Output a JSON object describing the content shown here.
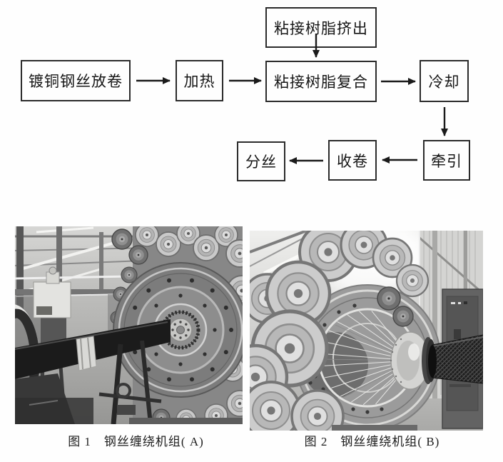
{
  "document": {
    "type": "scanned paper figure block",
    "background": "#fefefe"
  },
  "colors": {
    "box_border": "#2b2b2b",
    "arrow": "#1a1a1a",
    "text": "#161616"
  },
  "flowchart": {
    "boxes": [
      {
        "id": "resin-extrusion",
        "label": "粘接树脂挤出"
      },
      {
        "id": "wire-payoff",
        "label": "镀铜钢丝放卷"
      },
      {
        "id": "heating",
        "label": "加热"
      },
      {
        "id": "resin-compositing",
        "label": "粘接树脂复合"
      },
      {
        "id": "cooling",
        "label": "冷却"
      },
      {
        "id": "traction",
        "label": "牵引"
      },
      {
        "id": "take-up-winding",
        "label": "收卷"
      },
      {
        "id": "wire-separating",
        "label": "分丝"
      }
    ],
    "edges": [
      {
        "from": "镀铜钢丝放卷",
        "to": "加热"
      },
      {
        "from": "加热",
        "to": "粘接树脂复合"
      },
      {
        "from": "粘接树脂挤出",
        "to": "粘接树脂复合"
      },
      {
        "from": "粘接树脂复合",
        "to": "冷却"
      },
      {
        "from": "冷却",
        "to": "牵引"
      },
      {
        "from": "牵引",
        "to": "收卷"
      },
      {
        "from": "收卷",
        "to": "分丝"
      }
    ]
  },
  "figures": [
    {
      "id": "figure-1",
      "caption": "图 1　钢丝缠绕机组( A)"
    },
    {
      "id": "figure-2",
      "caption": "图 2　钢丝缠绕机组( B)"
    }
  ]
}
